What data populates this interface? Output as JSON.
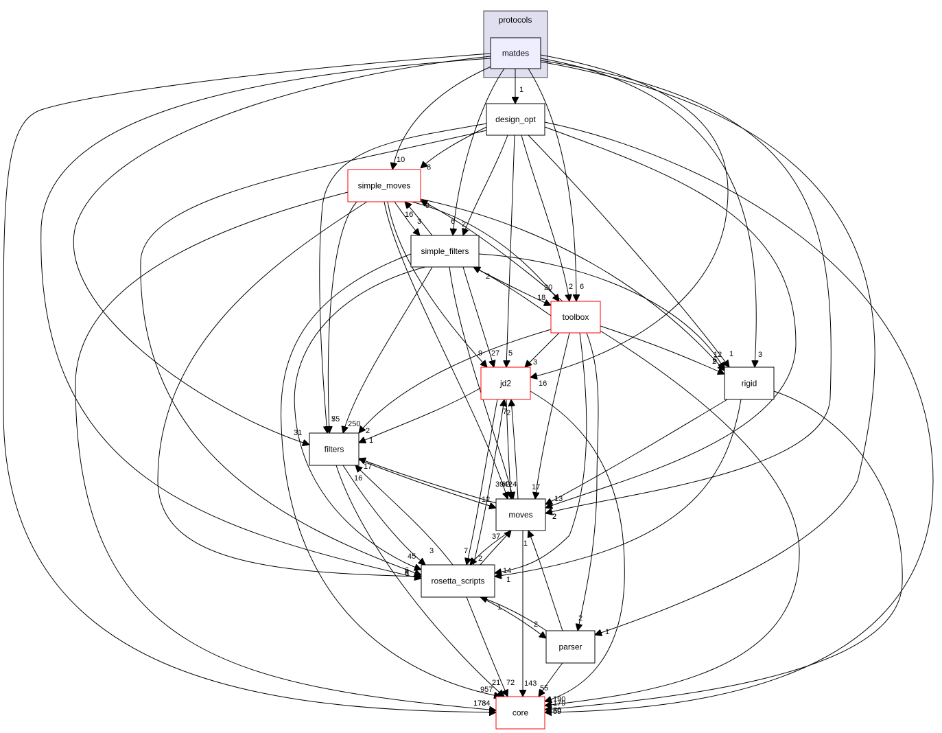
{
  "cluster": {
    "label": "protocols",
    "fill": "#dfdff0",
    "stroke": "#404040"
  },
  "nodes": {
    "matdes": {
      "label": "matdes",
      "fill": "#eeeeff",
      "stroke": "#000000"
    },
    "design_opt": {
      "label": "design_opt",
      "fill": "#ffffff",
      "stroke": "#000000"
    },
    "simple_moves": {
      "label": "simple_moves",
      "fill": "#ffffff",
      "stroke": "#ff0000"
    },
    "simple_filters": {
      "label": "simple_filters",
      "fill": "#ffffff",
      "stroke": "#000000"
    },
    "toolbox": {
      "label": "toolbox",
      "fill": "#ffffff",
      "stroke": "#ff0000"
    },
    "jd2": {
      "label": "jd2",
      "fill": "#ffffff",
      "stroke": "#ff0000"
    },
    "rigid": {
      "label": "rigid",
      "fill": "#ffffff",
      "stroke": "#000000"
    },
    "filters": {
      "label": "filters",
      "fill": "#ffffff",
      "stroke": "#000000"
    },
    "moves": {
      "label": "moves",
      "fill": "#ffffff",
      "stroke": "#000000"
    },
    "rosetta_scripts": {
      "label": "rosetta_scripts",
      "fill": "#ffffff",
      "stroke": "#000000"
    },
    "parser": {
      "label": "parser",
      "fill": "#ffffff",
      "stroke": "#000000"
    },
    "core": {
      "label": "core",
      "fill": "#ffffff",
      "stroke": "#ff0000"
    }
  },
  "edges": [
    {
      "from": "matdes",
      "to": "design_opt",
      "label": "1"
    },
    {
      "from": "matdes",
      "to": "simple_moves",
      "label": "10"
    },
    {
      "from": "matdes",
      "to": "simple_filters",
      "label": "6"
    },
    {
      "from": "matdes",
      "to": "toolbox",
      "label": "6"
    },
    {
      "from": "matdes",
      "to": "jd2",
      "label": "16"
    },
    {
      "from": "matdes",
      "to": "rigid",
      "label": "3"
    },
    {
      "from": "matdes",
      "to": "filters",
      "label": "31"
    },
    {
      "from": "matdes",
      "to": "moves",
      "label": "2"
    },
    {
      "from": "matdes",
      "to": "rosetta_scripts",
      "label": "6"
    },
    {
      "from": "matdes",
      "to": "parser",
      "label": "1"
    },
    {
      "from": "matdes",
      "to": "core",
      "label": "178"
    },
    {
      "from": "design_opt",
      "to": "simple_moves",
      "label": "8"
    },
    {
      "from": "design_opt",
      "to": "simple_filters",
      "label": "2"
    },
    {
      "from": "design_opt",
      "to": "toolbox",
      "label": "2"
    },
    {
      "from": "design_opt",
      "to": "jd2",
      "label": "5"
    },
    {
      "from": "design_opt",
      "to": "rigid",
      "label": "1"
    },
    {
      "from": "design_opt",
      "to": "filters",
      "label": "5"
    },
    {
      "from": "design_opt",
      "to": "moves",
      "label": "2"
    },
    {
      "from": "design_opt",
      "to": "rosetta_scripts",
      "label": "4"
    },
    {
      "from": "design_opt",
      "to": "core",
      "label": "30"
    },
    {
      "from": "simple_moves",
      "to": "simple_filters",
      "label": "3"
    },
    {
      "from": "simple_moves",
      "to": "toolbox",
      "label": "20"
    },
    {
      "from": "simple_moves",
      "to": "jd2",
      "label": "9"
    },
    {
      "from": "simple_moves",
      "to": "rigid",
      "label": "12"
    },
    {
      "from": "simple_moves",
      "to": "filters",
      "label": "75"
    },
    {
      "from": "simple_moves",
      "to": "moves",
      "label": "394"
    },
    {
      "from": "simple_moves",
      "to": "rosetta_scripts",
      "label": "8"
    },
    {
      "from": "simple_moves",
      "to": "core",
      "label": "1734"
    },
    {
      "from": "simple_filters",
      "to": "simple_moves",
      "label": "16"
    },
    {
      "from": "simple_filters",
      "to": "toolbox",
      "label": "18"
    },
    {
      "from": "simple_filters",
      "to": "jd2",
      "label": "27"
    },
    {
      "from": "simple_filters",
      "to": "rigid",
      "label": "6"
    },
    {
      "from": "simple_filters",
      "to": "filters",
      "label": "250"
    },
    {
      "from": "simple_filters",
      "to": "moves",
      "label": "62"
    },
    {
      "from": "simple_filters",
      "to": "rosetta_scripts",
      "label": "45"
    },
    {
      "from": "simple_filters",
      "to": "core",
      "label": "957"
    },
    {
      "from": "toolbox",
      "to": "simple_moves",
      "label": "9"
    },
    {
      "from": "toolbox",
      "to": "simple_filters",
      "label": "2"
    },
    {
      "from": "toolbox",
      "to": "jd2",
      "label": "3"
    },
    {
      "from": "toolbox",
      "to": "rigid",
      "label": "2"
    },
    {
      "from": "toolbox",
      "to": "filters",
      "label": "2"
    },
    {
      "from": "toolbox",
      "to": "moves",
      "label": "17"
    },
    {
      "from": "toolbox",
      "to": "rosetta_scripts",
      "label": "14"
    },
    {
      "from": "toolbox",
      "to": "parser",
      "label": "2"
    },
    {
      "from": "toolbox",
      "to": "core",
      "label": "179"
    },
    {
      "from": "jd2",
      "to": "filters",
      "label": "1"
    },
    {
      "from": "jd2",
      "to": "moves",
      "label": "24"
    },
    {
      "from": "jd2",
      "to": "rosetta_scripts",
      "label": "7"
    },
    {
      "from": "jd2",
      "to": "core",
      "label": "190"
    },
    {
      "from": "rigid",
      "to": "moves",
      "label": "13"
    },
    {
      "from": "rigid",
      "to": "rosetta_scripts",
      "label": "1"
    },
    {
      "from": "rigid",
      "to": "core",
      "label": "59"
    },
    {
      "from": "filters",
      "to": "moves",
      "label": "12"
    },
    {
      "from": "filters",
      "to": "rosetta_scripts",
      "label": "3"
    },
    {
      "from": "filters",
      "to": "core",
      "label": "21"
    },
    {
      "from": "moves",
      "to": "filters",
      "label": "17"
    },
    {
      "from": "moves",
      "to": "jd2",
      "label": "2"
    },
    {
      "from": "moves",
      "to": "rosetta_scripts",
      "label": "2"
    },
    {
      "from": "moves",
      "to": "core",
      "label": "143"
    },
    {
      "from": "rosetta_scripts",
      "to": "filters",
      "label": "16"
    },
    {
      "from": "rosetta_scripts",
      "to": "jd2",
      "label": "7"
    },
    {
      "from": "rosetta_scripts",
      "to": "moves",
      "label": "37"
    },
    {
      "from": "rosetta_scripts",
      "to": "parser",
      "label": "2"
    },
    {
      "from": "rosetta_scripts",
      "to": "core",
      "label": "72"
    },
    {
      "from": "parser",
      "to": "moves",
      "label": "1"
    },
    {
      "from": "parser",
      "to": "rosetta_scripts",
      "label": "1"
    },
    {
      "from": "parser",
      "to": "core",
      "label": "55"
    }
  ]
}
